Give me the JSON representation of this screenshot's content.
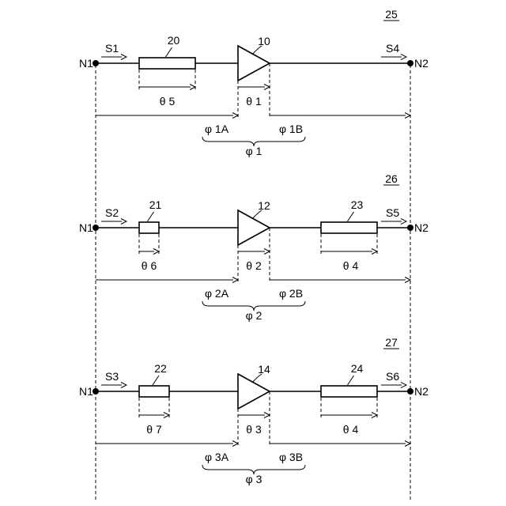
{
  "nodes": {
    "n1": "N1",
    "n2": "N2"
  },
  "circuits": [
    {
      "id": "25",
      "in_signal": "S1",
      "out_signal": "S4",
      "amp_id": "10",
      "amp_theta": "θ 1",
      "left_line": {
        "id": "20",
        "theta": "θ 5"
      },
      "right_line": null,
      "phi_a": "φ 1A",
      "phi_b": "φ 1B",
      "phi_total": "φ 1"
    },
    {
      "id": "26",
      "in_signal": "S2",
      "out_signal": "S5",
      "amp_id": "12",
      "amp_theta": "θ 2",
      "left_line": {
        "id": "21",
        "theta": "θ 6"
      },
      "right_line": {
        "id": "23",
        "theta": "θ 4"
      },
      "phi_a": "φ 2A",
      "phi_b": "φ 2B",
      "phi_total": "φ 2"
    },
    {
      "id": "27",
      "in_signal": "S3",
      "out_signal": "S6",
      "amp_id": "14",
      "amp_theta": "θ 3",
      "left_line": {
        "id": "22",
        "theta": "θ 7"
      },
      "right_line": {
        "id": "24",
        "theta": "θ 4"
      },
      "phi_a": "φ 3A",
      "phi_b": "φ 3B",
      "phi_total": "φ 3"
    }
  ]
}
